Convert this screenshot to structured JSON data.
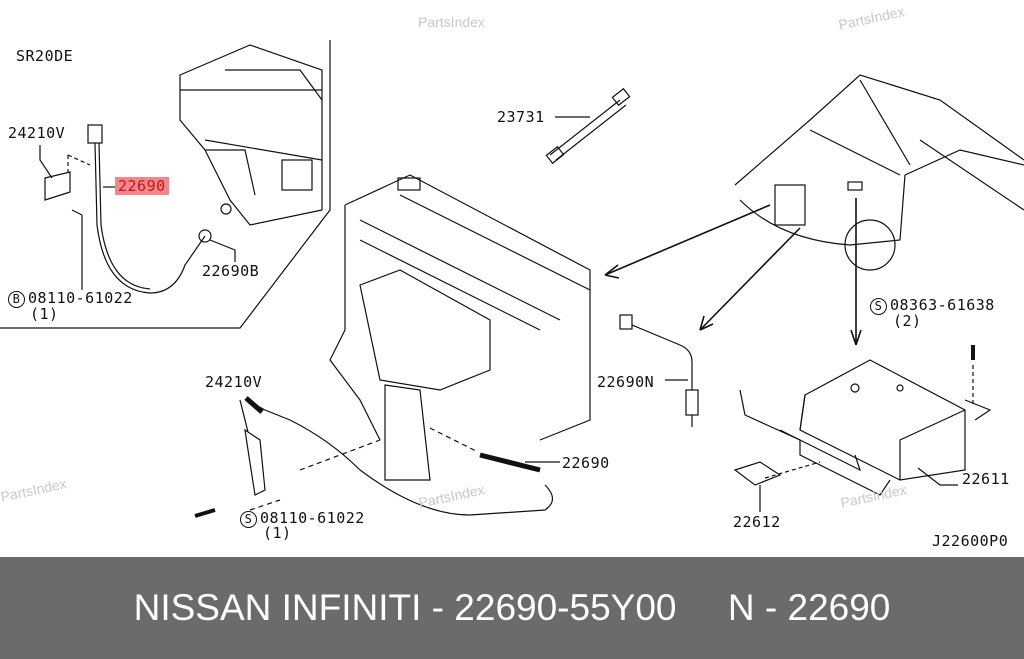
{
  "watermark": "PartsIndex",
  "inset": {
    "engine_code": "SR20DE",
    "labels": {
      "bracket": "24210V",
      "sensor_highlighted": "22690",
      "washer": "22690B",
      "bolt_symbol": "B",
      "bolt": "08110-61022",
      "bolt_qty": "(1)"
    }
  },
  "main": {
    "labels": {
      "relay": "23731",
      "sensor_n": "22690N",
      "bracket": "24210V",
      "sensor": "22690",
      "bolt_symbol": "S",
      "bolt": "08110-61022",
      "bolt_qty": "(1)",
      "screw_symbol": "S",
      "screw": "08363-61638",
      "screw_qty": "(2)",
      "control_unit": "22611",
      "bracket_plate": "22612",
      "diagram_code": "J22600P0"
    }
  },
  "footer": {
    "title": "NISSAN INFINITI - 22690-55Y00     N - 22690"
  },
  "colors": {
    "highlight": "#f4868a",
    "footer_bg": "#6b6b6b"
  }
}
